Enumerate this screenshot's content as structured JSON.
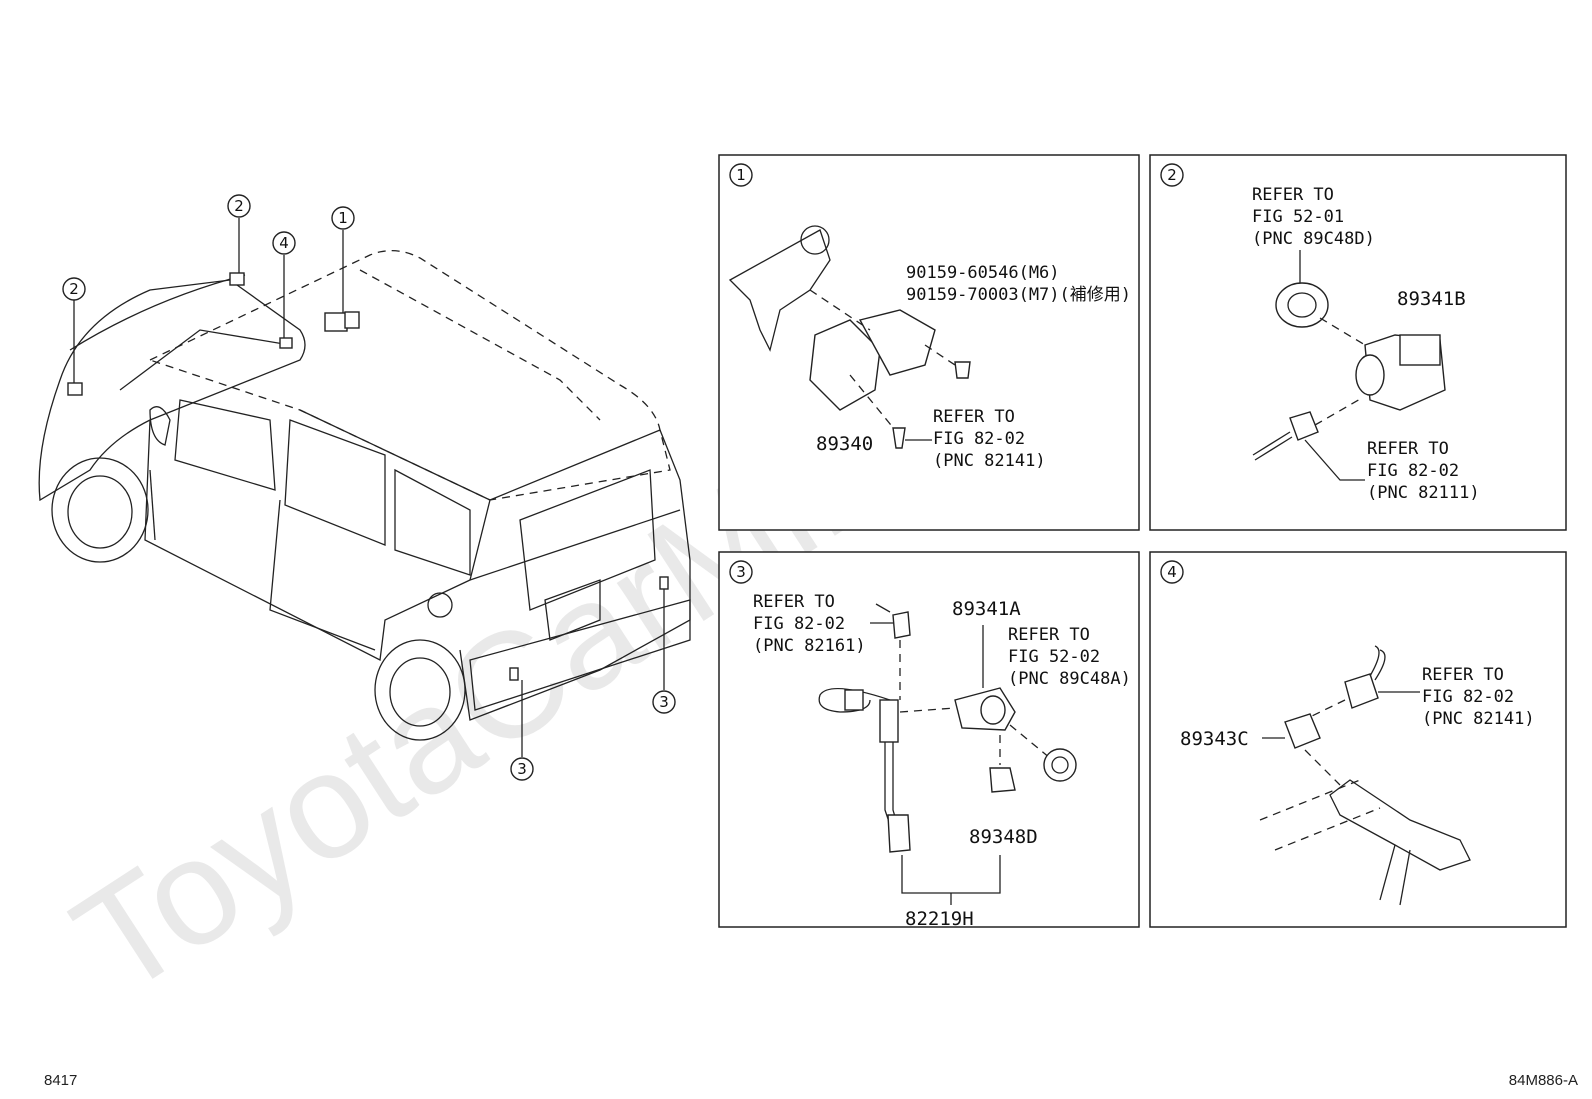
{
  "watermark": "ToyotaCarMine.ru",
  "footer": {
    "left_code": "8417",
    "right_code": "84M886-A"
  },
  "callouts": {
    "one": "1",
    "two": "2",
    "three": "3",
    "four": "4"
  },
  "panel1": {
    "index": "1",
    "part_main": "89340",
    "bolt_1": "90159-60546(M6)",
    "bolt_2": "90159-70003(M7)(補修用)",
    "refer": [
      "REFER TO",
      "FIG 82-02",
      "(PNC 82141)"
    ]
  },
  "panel2": {
    "index": "2",
    "part_main": "89341B",
    "refer_top": [
      "REFER TO",
      "FIG 52-01",
      "(PNC 89C48D)"
    ],
    "refer_bottom": [
      "REFER TO",
      "FIG 82-02",
      "(PNC 82111)"
    ]
  },
  "panel3": {
    "index": "3",
    "part_sensor": "89341A",
    "part_clip": "89348D",
    "part_harness": "82219H",
    "refer_left": [
      "REFER TO",
      "FIG 82-02",
      "(PNC 82161)"
    ],
    "refer_right": [
      "REFER TO",
      "FIG 52-02",
      "(PNC 89C48A)"
    ]
  },
  "panel4": {
    "index": "4",
    "part_main": "89343C",
    "refer": [
      "REFER TO",
      "FIG 82-02",
      "(PNC 82141)"
    ]
  }
}
